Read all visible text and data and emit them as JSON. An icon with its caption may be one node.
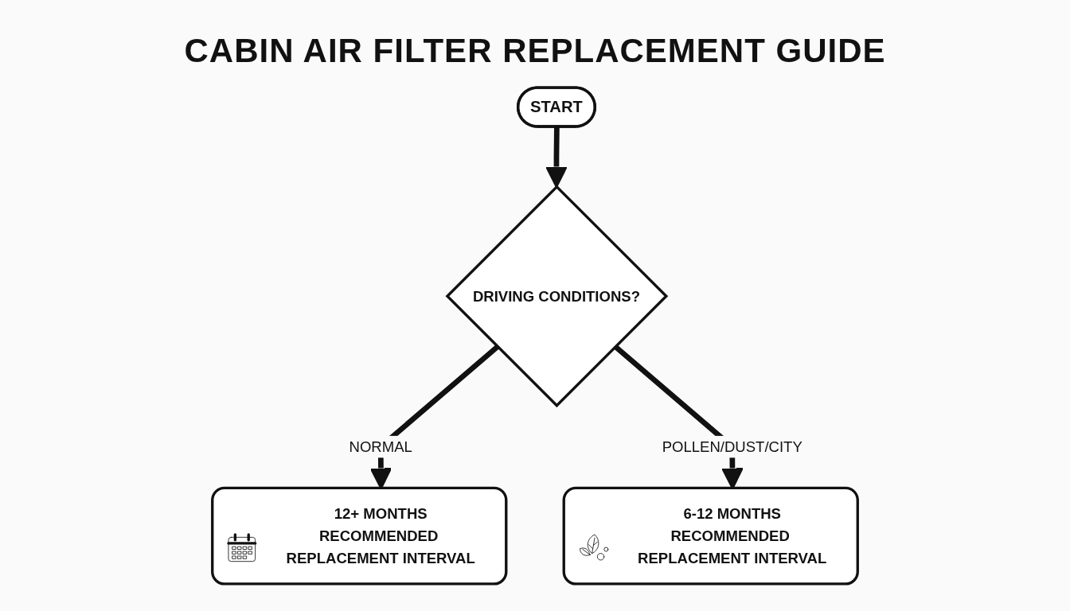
{
  "diagram": {
    "title": "CABIN AIR FILTER REPLACEMENT GUIDE",
    "nodes": [
      {
        "text": [
          "START"
        ]
      },
      {
        "text": [
          "DRIVING CONDITIONS?"
        ]
      },
      {
        "text": [
          "12+ MONTHS",
          "RECOMMENDED REPLACEMENT INTERVAL"
        ]
      },
      {
        "text": [
          "6-12 MONTHS",
          "RECOMMENDED REPLACEMENT INTERVAL"
        ]
      }
    ],
    "edges": [
      {
        "from": 0,
        "to": 1,
        "arrow": "to"
      },
      {
        "from": 1,
        "to": 2,
        "arrow": "to",
        "label": "NORMAL"
      },
      {
        "from": 1,
        "to": 3,
        "arrow": "to",
        "label": "POLLEN/DUST/CITY"
      }
    ]
  }
}
